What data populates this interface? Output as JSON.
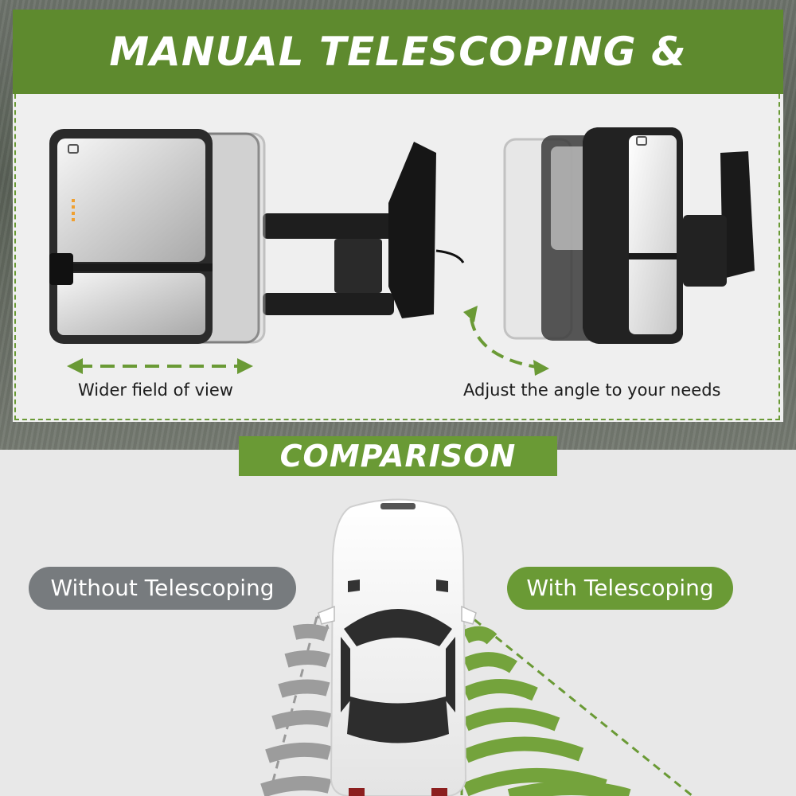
{
  "header": {
    "title": "MANUAL TELESCOPING & FOLDING"
  },
  "telescoping": {
    "caption": "Wider field of view"
  },
  "folding": {
    "caption": "Adjust the angle to your needs"
  },
  "comparison": {
    "title": "COMPARISON",
    "without_label": "Without Telescoping",
    "with_label": "With Telescoping"
  },
  "colors": {
    "accent": "#6a9a35",
    "banner": "#5e8a2e",
    "gray": "#777b7e"
  }
}
